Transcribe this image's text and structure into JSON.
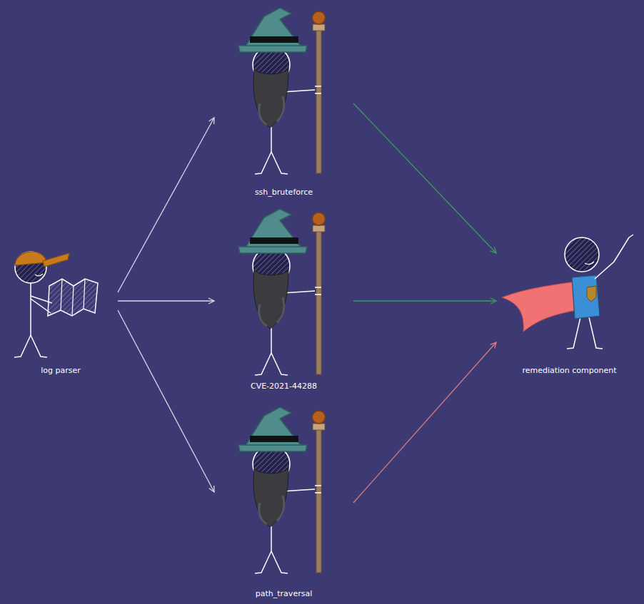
{
  "diagram": {
    "nodes": [
      {
        "text": [
          "log parser"
        ]
      },
      {
        "text": [
          "ssh_bruteforce"
        ]
      },
      {
        "text": [
          "CVE-2021-44288"
        ]
      },
      {
        "text": [
          "path_traversal"
        ]
      },
      {
        "text": [
          "remediation component"
        ]
      }
    ],
    "edges": [
      {
        "from": 0,
        "to": 1,
        "arrow": "to"
      },
      {
        "from": 0,
        "to": 2,
        "arrow": "to"
      },
      {
        "from": 0,
        "to": 3,
        "arrow": "to"
      },
      {
        "from": 1,
        "to": 4,
        "arrow": "to"
      },
      {
        "from": 2,
        "to": 4,
        "arrow": "to"
      },
      {
        "from": 3,
        "to": 4,
        "arrow": "to"
      }
    ]
  }
}
